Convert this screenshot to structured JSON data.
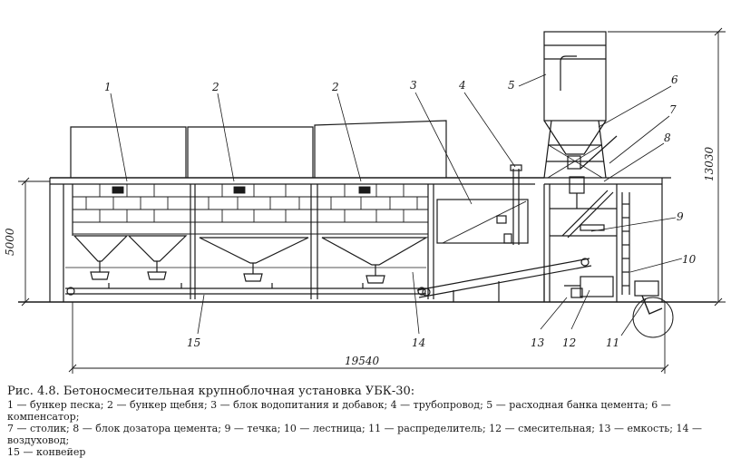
{
  "figure": {
    "title": "Рис. 4.8. Бетоносмесительная крупноблочная установка УБК-30:",
    "legend_lines": [
      "1 — бункер песка; 2 — бункер щебня; 3 — блок водопитания и добавок; 4 — трубопровод; 5 — расходная банка цемента; 6 — компенсатор;",
      "7 — столик; 8 — блок дозатора цемента; 9 — течка; 10 — лестница; 11 — распределитель; 12 — смесительная; 13 — емкость; 14 — воздуховод;",
      "15 — конвейер"
    ]
  },
  "callouts": {
    "c1": "1",
    "c2a": "2",
    "c2b": "2",
    "c3": "3",
    "c4": "4",
    "c5": "5",
    "c6": "6",
    "c7": "7",
    "c8": "8",
    "c9": "9",
    "c10": "10",
    "c11": "11",
    "c12": "12",
    "c13": "13",
    "c14": "14",
    "c15": "15"
  },
  "dimensions": {
    "height_left": "5000",
    "height_right": "13030",
    "length_total": "19540"
  }
}
